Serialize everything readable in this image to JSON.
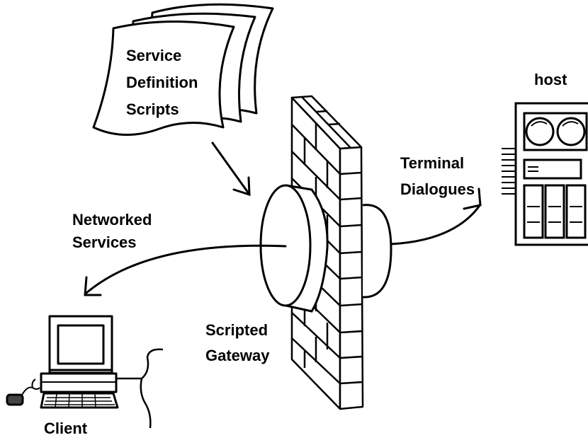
{
  "diagram": {
    "scripts_label": {
      "line1": "Service",
      "line2": "Definition",
      "line3": "Scripts"
    },
    "host_label": "host",
    "terminal_label": {
      "line1": "Terminal",
      "line2": "Dialogues"
    },
    "networked_label": {
      "line1": "Networked",
      "line2": "Services"
    },
    "gateway_label": {
      "line1": "Scripted",
      "line2": "Gateway"
    },
    "client_label": "Client"
  }
}
